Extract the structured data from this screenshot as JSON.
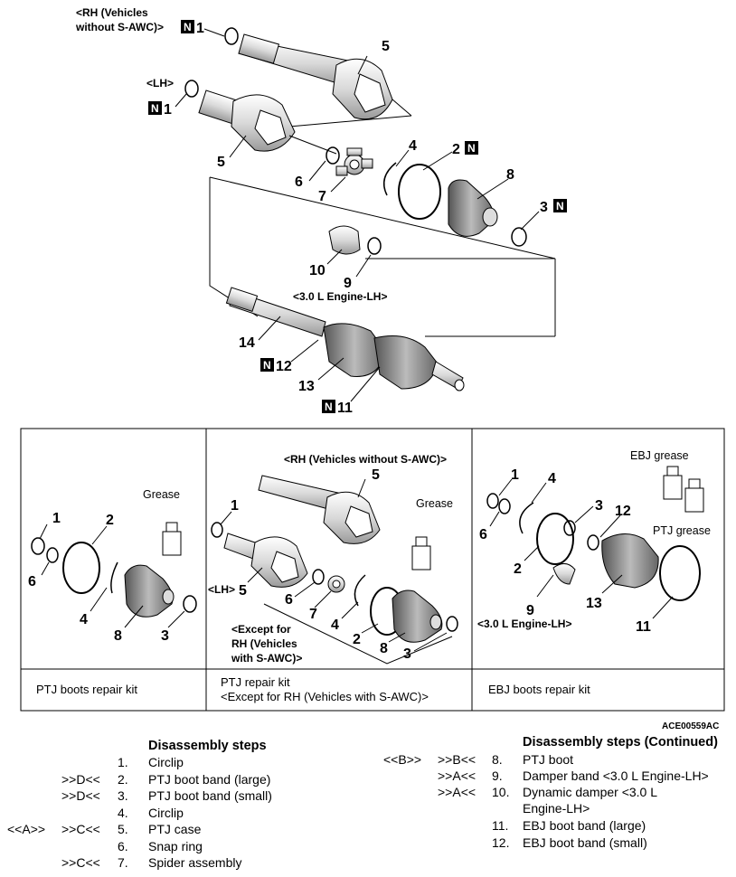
{
  "upper": {
    "rh_label_line1": "<RH (Vehicles",
    "rh_label_line2": "without S-AWC)>",
    "lh_label": "<LH>",
    "engine_label": "<3.0 L Engine-LH>",
    "n_badge": "N",
    "callouts": {
      "c1a": "1",
      "c5a": "5",
      "c1b": "1",
      "c5b": "5",
      "c4": "4",
      "c2": "2",
      "c6": "6",
      "c7": "7",
      "c8": "8",
      "c3": "3",
      "c10": "10",
      "c9": "9",
      "c14": "14",
      "c12": "12",
      "c13": "13",
      "c11": "11"
    }
  },
  "kits": {
    "ptj_boots": {
      "caption": "PTJ boots repair kit",
      "grease": "Grease",
      "callouts": {
        "c1": "1",
        "c2": "2",
        "c6": "6",
        "c4": "4",
        "c8": "8",
        "c3": "3"
      }
    },
    "ptj": {
      "caption_line1": "PTJ repair kit",
      "caption_line2": "<Except for RH (Vehicles with S-AWC)>",
      "rh_label": "<RH (Vehicles without S-AWC)>",
      "lh_label": "<LH>",
      "grease": "Grease",
      "except_line1": "<Except for",
      "except_line2": "RH (Vehicles",
      "except_line3": "with S-AWC)>",
      "callouts": {
        "c5a": "5",
        "c1": "1",
        "c5b": "5",
        "c6": "6",
        "c7": "7",
        "c4": "4",
        "c2": "2",
        "c8": "8",
        "c3": "3"
      }
    },
    "ebj_boots": {
      "caption": "EBJ boots repair kit",
      "ebj_grease": "EBJ grease",
      "ptj_grease": "PTJ grease",
      "engine_label": "<3.0 L Engine-LH>",
      "callouts": {
        "c1": "1",
        "c4": "4",
        "c3": "3",
        "c12": "12",
        "c6": "6",
        "c2": "2",
        "c9": "9",
        "c13": "13",
        "c11": "11"
      }
    }
  },
  "figure_code": "ACE00559AC",
  "steps_left": {
    "title": "Disassembly steps",
    "rows": [
      {
        "pre": "",
        "post": "",
        "num": "1.",
        "text": "Circlip"
      },
      {
        "pre": "",
        "post": ">>D<<",
        "num": "2.",
        "text": "PTJ boot band (large)"
      },
      {
        "pre": "",
        "post": ">>D<<",
        "num": "3.",
        "text": "PTJ boot band (small)"
      },
      {
        "pre": "",
        "post": "",
        "num": "4.",
        "text": "Circlip"
      },
      {
        "pre": "<<A>>",
        "post": ">>C<<",
        "num": "5.",
        "text": "PTJ case"
      },
      {
        "pre": "",
        "post": "",
        "num": "6.",
        "text": "Snap ring"
      },
      {
        "pre": "",
        "post": ">>C<<",
        "num": "7.",
        "text": "Spider assembly"
      }
    ]
  },
  "steps_right": {
    "title": "Disassembly steps (Continued)",
    "rows": [
      {
        "pre": "<<B>>",
        "post": ">>B<<",
        "num": "8.",
        "text": "PTJ boot",
        "text2": ""
      },
      {
        "pre": "",
        "post": ">>A<<",
        "num": "9.",
        "text": "Damper band <3.0 L Engine-LH>",
        "text2": ""
      },
      {
        "pre": "",
        "post": ">>A<<",
        "num": "10.",
        "text": "Dynamic damper <3.0 L",
        "text2": "Engine-LH>"
      },
      {
        "pre": "",
        "post": "",
        "num": "11.",
        "text": "EBJ boot band (large)",
        "text2": ""
      },
      {
        "pre": "",
        "post": "",
        "num": "12.",
        "text": "EBJ boot band (small)",
        "text2": ""
      }
    ]
  }
}
